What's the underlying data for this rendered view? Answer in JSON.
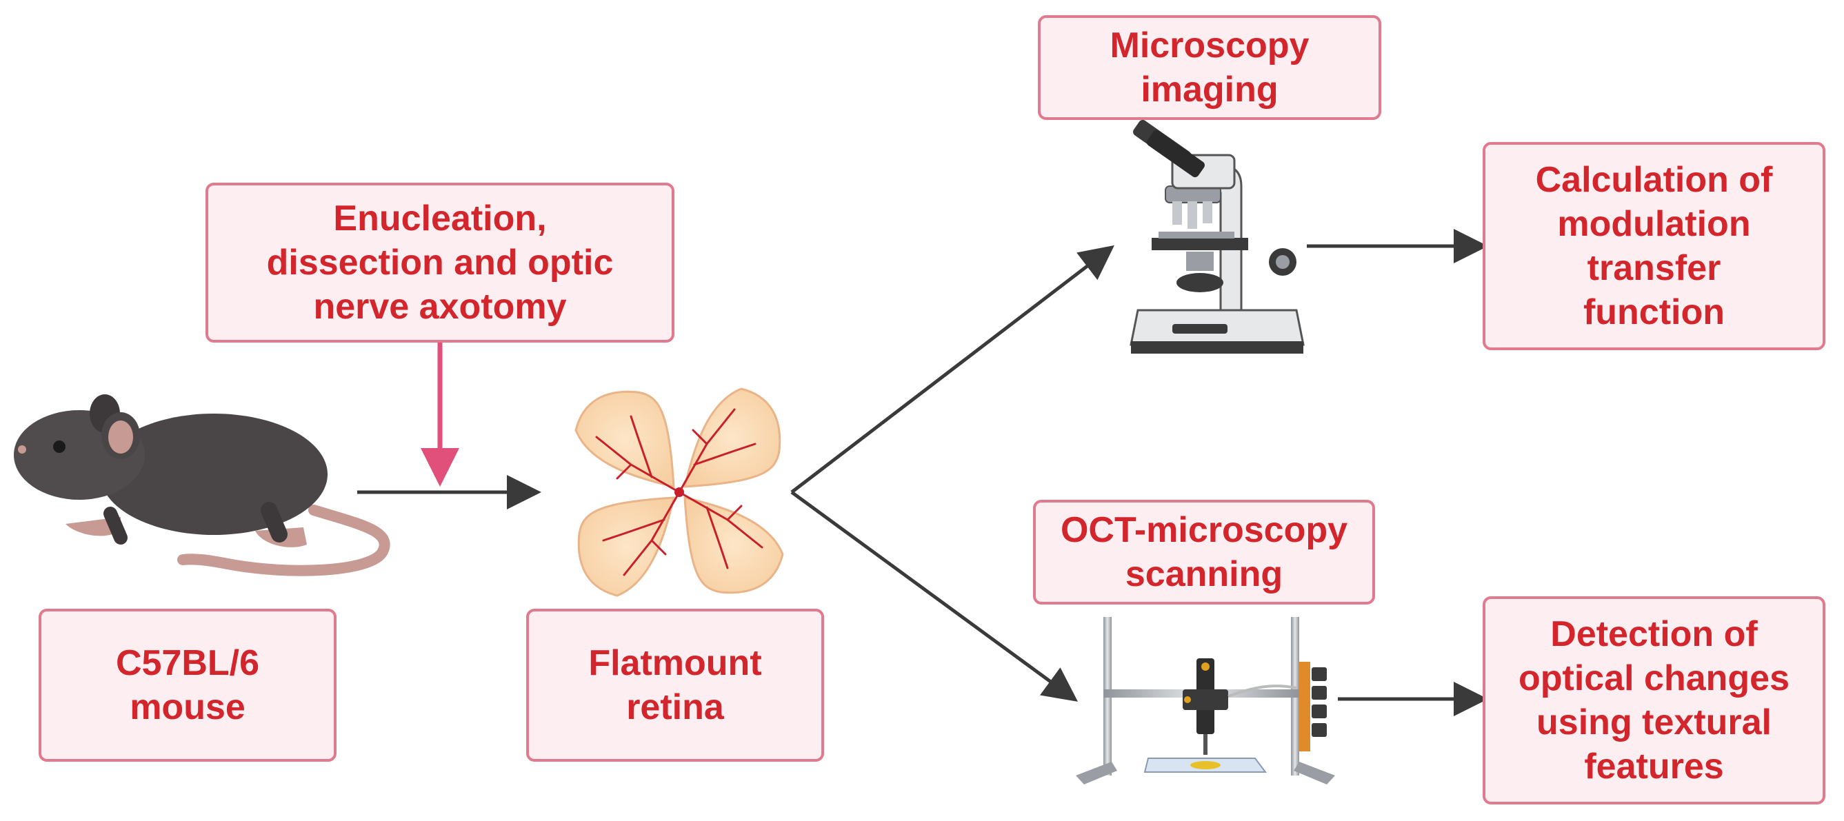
{
  "boxes": {
    "enucleation": "Enucleation,\ndissection and optic\nnerve axotomy",
    "mouse": "C57BL/6\nmouse",
    "flatmount": "Flatmount\nretina",
    "microscopy": "Microscopy\nimaging",
    "calculation": "Calculation of\nmodulation\ntransfer\nfunction",
    "oct": "OCT-microscopy\nscanning",
    "detection": "Detection of\noptical changes\nusing textural\nfeatures"
  },
  "icons": {
    "mouse": "mouse-icon",
    "retina": "flatmount-retina-icon",
    "microscope": "microscope-icon",
    "oct": "oct-scanner-icon"
  },
  "colors": {
    "box_fill": "#fdeef1",
    "box_border": "#e07a8e",
    "box_text": "#d3252c",
    "arrow": "#3a3a3a",
    "arrow_accent": "#e0507a"
  }
}
